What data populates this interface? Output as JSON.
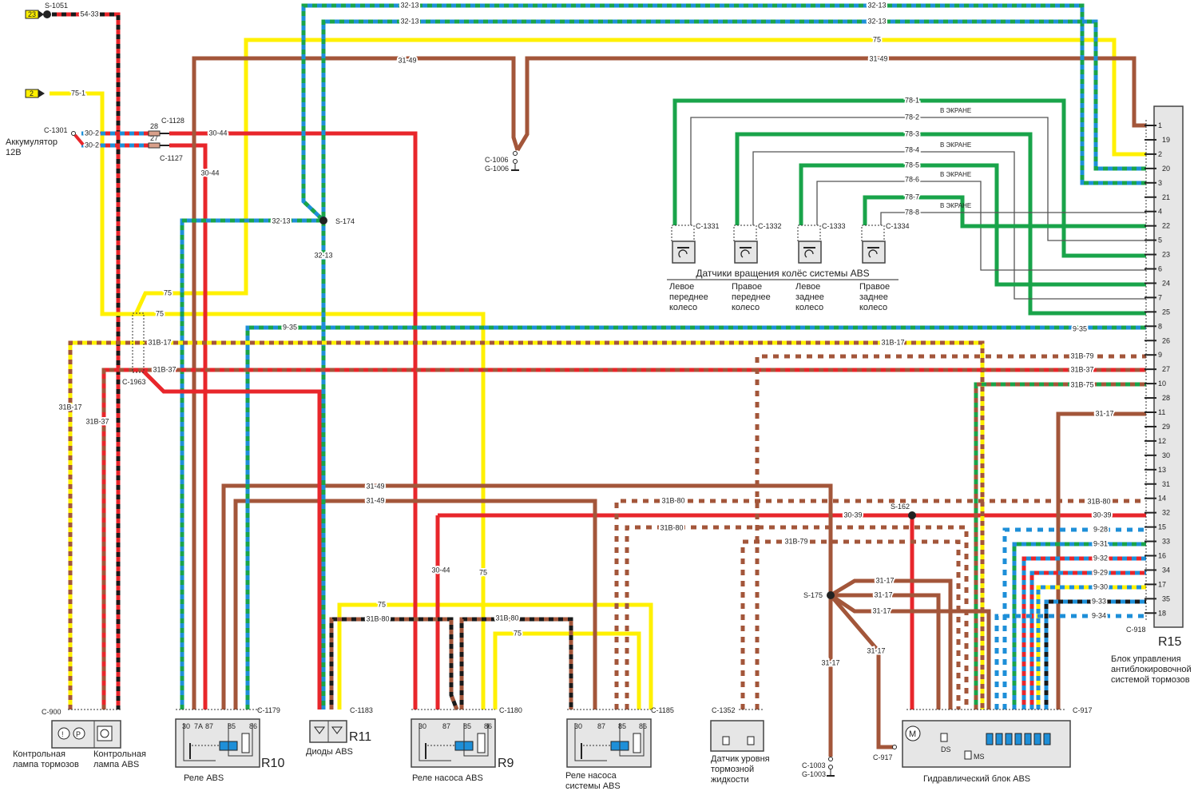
{
  "palette": {
    "red": "#e8262b",
    "black": "#1a1a1a",
    "blue": "#1e8fd8",
    "green": "#19a44a",
    "yellow": "#fff000",
    "brown": "#a3563a",
    "grey": "#555555"
  },
  "wires": [
    {
      "label": "54-33",
      "colors": [
        "#e8262b",
        "#1a1a1a"
      ],
      "style": "striped"
    },
    {
      "label": "75-1",
      "colors": [
        "#fff000"
      ],
      "style": "solid"
    },
    {
      "label": "75",
      "colors": [
        "#fff000"
      ],
      "style": "solid"
    },
    {
      "label": "30-2",
      "colors": [
        "#e8262b",
        "#1e8fd8"
      ],
      "style": "striped"
    },
    {
      "label": "30-44",
      "colors": [
        "#e8262b"
      ],
      "style": "solid"
    },
    {
      "label": "31-49",
      "colors": [
        "#a3563a"
      ],
      "style": "solid"
    },
    {
      "label": "32-13",
      "colors": [
        "#1e8fd8",
        "#19a44a"
      ],
      "style": "striped"
    },
    {
      "label": "9-35",
      "colors": [
        "#1e8fd8",
        "#19a44a"
      ],
      "style": "striped"
    },
    {
      "label": "31B-17",
      "colors": [
        "#fff000",
        "#a3563a"
      ],
      "style": "striped"
    },
    {
      "label": "31B-37",
      "colors": [
        "#e8262b",
        "#a3563a"
      ],
      "style": "striped"
    },
    {
      "label": "31B-79",
      "colors": [
        "#a3563a"
      ],
      "style": "dotted"
    },
    {
      "label": "31B-75",
      "colors": [
        "#19a44a",
        "#a3563a"
      ],
      "style": "striped"
    },
    {
      "label": "31-17",
      "colors": [
        "#a3563a"
      ],
      "style": "solid"
    },
    {
      "label": "31B-80",
      "colors": [
        "#a3563a"
      ],
      "style": "dotted"
    },
    {
      "label": "30-39",
      "colors": [
        "#e8262b"
      ],
      "style": "solid"
    },
    {
      "label": "31B-80",
      "colors": [
        "#1a1a1a",
        "#a3563a"
      ],
      "style": "striped"
    },
    {
      "label": "78-1",
      "colors": [
        "#19a44a"
      ],
      "style": "solid"
    },
    {
      "label": "78-2",
      "colors": [
        "#555555"
      ],
      "style": "thin"
    },
    {
      "label": "78-3",
      "colors": [
        "#19a44a"
      ],
      "style": "solid"
    },
    {
      "label": "78-4",
      "colors": [
        "#555555"
      ],
      "style": "thin"
    },
    {
      "label": "78-5",
      "colors": [
        "#19a44a"
      ],
      "style": "solid"
    },
    {
      "label": "78-6",
      "colors": [
        "#555555"
      ],
      "style": "thin"
    },
    {
      "label": "78-7",
      "colors": [
        "#19a44a"
      ],
      "style": "solid"
    },
    {
      "label": "78-8",
      "colors": [
        "#555555"
      ],
      "style": "thin"
    },
    {
      "label": "9-28",
      "colors": [
        "#1e8fd8"
      ],
      "style": "dotted"
    },
    {
      "label": "9-31",
      "colors": [
        "#19a44a",
        "#1e8fd8"
      ],
      "style": "striped"
    },
    {
      "label": "9-32",
      "colors": [
        "#e8262b",
        "#1e8fd8"
      ],
      "style": "striped"
    },
    {
      "label": "9-29",
      "colors": [
        "#e8262b",
        "#1e8fd8"
      ],
      "style": "striped"
    },
    {
      "label": "9-30",
      "colors": [
        "#fff000",
        "#1e8fd8"
      ],
      "style": "striped"
    },
    {
      "label": "9-33",
      "colors": [
        "#1a1a1a",
        "#1e8fd8"
      ],
      "style": "striped"
    },
    {
      "label": "9-34",
      "colors": [
        "#1e8fd8"
      ],
      "style": "dotted"
    },
    {
      "label": "",
      "colors": [
        "#e8262b"
      ],
      "style": "solid"
    }
  ],
  "shield_note": "В ЭКРАНЕ",
  "r15": {
    "id": "R15",
    "connector": "C-918",
    "caption": [
      "Блок управления",
      "антиблокировочной",
      "системой тормозов"
    ],
    "pins": [
      "1",
      "19",
      "2",
      "20",
      "3",
      "21",
      "4",
      "22",
      "5",
      "23",
      "6",
      "24",
      "7",
      "25",
      "8",
      "26",
      "9",
      "27",
      "10",
      "28",
      "11",
      "29",
      "12",
      "30",
      "13",
      "31",
      "14",
      "32",
      "15",
      "33",
      "16",
      "34",
      "17",
      "35",
      "18"
    ]
  },
  "top_left": {
    "fuse_block_23": "23",
    "fuse_block_2": "2",
    "splice_s1051": "S-1051",
    "battery_connector": "C-1301",
    "battery": [
      "Аккумулятор",
      "12В"
    ],
    "fuse_28": "28",
    "fuse_27": "27",
    "c1128": "C-1128",
    "c1127": "C-1127",
    "c1006": "C-1006",
    "g1006": "G-1006",
    "s174": "S-174",
    "c1963": "C-1963"
  },
  "sensors": {
    "title": "Датчики вращения колёс системы ABS",
    "items": [
      {
        "connector": "C-1331",
        "name": [
          "Левое",
          "переднее",
          "колесо"
        ]
      },
      {
        "connector": "C-1332",
        "name": [
          "Правое",
          "переднее",
          "колесо"
        ]
      },
      {
        "connector": "C-1333",
        "name": [
          "Левое",
          "заднее",
          "колесо"
        ]
      },
      {
        "connector": "C-1334",
        "name": [
          "Правое",
          "заднее",
          "колесо"
        ]
      }
    ]
  },
  "splices": {
    "s162": "S-162",
    "s175": "S-175"
  },
  "components": {
    "lamps": {
      "connector": "C-900",
      "brake": [
        "Контрольная",
        "лампа тормозов"
      ],
      "abs": [
        "Контрольная",
        "лампа ABS"
      ]
    },
    "r10": {
      "id": "R10",
      "connector": "C-1179",
      "caption": "Реле ABS",
      "pins": [
        "30",
        "7A",
        "87",
        "85",
        "86"
      ]
    },
    "r11": {
      "id": "R11",
      "connector": "C-1183",
      "caption": "Диоды ABS"
    },
    "r9": {
      "id": "R9",
      "connector": "C-1180",
      "caption": "Реле насоса ABS",
      "pins": [
        "30",
        "87",
        "85",
        "86"
      ]
    },
    "pump_relay": {
      "connector": "C-1185",
      "caption": [
        "Реле насоса",
        "системы ABS"
      ],
      "pins": [
        "30",
        "87",
        "85",
        "86"
      ]
    },
    "fluid": {
      "connector": "C-1352",
      "caption": [
        "Датчик уровня",
        "тормозной",
        "жидкости"
      ]
    },
    "ground": {
      "connector": "C-1003",
      "ground": "G-1003"
    },
    "hydraulic": {
      "connector": "C-917",
      "connector2": "C-917",
      "caption": "Гидравлический блок ABS",
      "motor": "M",
      "ds": "DS",
      "ms": "MS"
    }
  }
}
